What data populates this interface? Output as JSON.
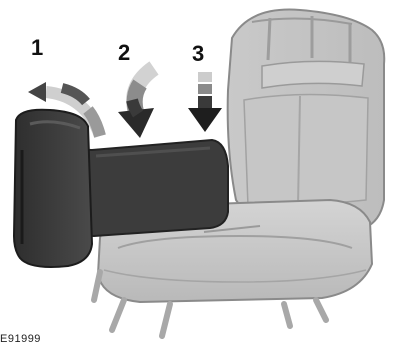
{
  "steps": {
    "one": "1",
    "two": "2",
    "three": "3"
  },
  "figure_code": "E91999"
}
